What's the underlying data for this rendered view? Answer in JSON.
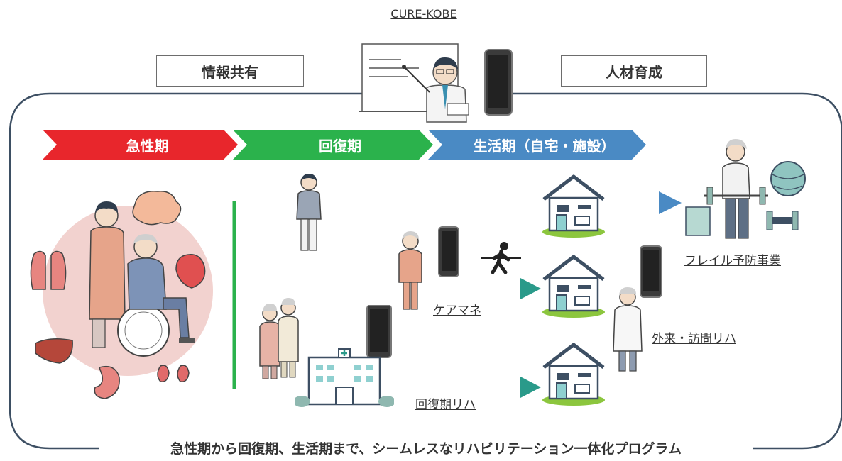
{
  "header": {
    "brand": "CURE-KOBE",
    "left_box": "情報共有",
    "right_box": "人材育成"
  },
  "phases": [
    {
      "label": "急性期",
      "color": "#e8262c"
    },
    {
      "label": "回復期",
      "color": "#2bb24c"
    },
    {
      "label": "生活期（自宅・施設）",
      "color": "#4a8ac4"
    }
  ],
  "links": {
    "care_manager": "ケアマネ",
    "outpatient_rehab": "外来・訪問リハ",
    "recovery_rehab": "回復期リハ",
    "frailty_prevention": "フレイル予防事業"
  },
  "footer": {
    "tagline": "急性期から回復期、生活期まで、シームレスなリハビリテーション一体化プログラム"
  },
  "colors": {
    "frame": "#3d4f63",
    "green": "#2bb24c",
    "teal": "#2a9a8a",
    "blue": "#4a8ac4"
  }
}
